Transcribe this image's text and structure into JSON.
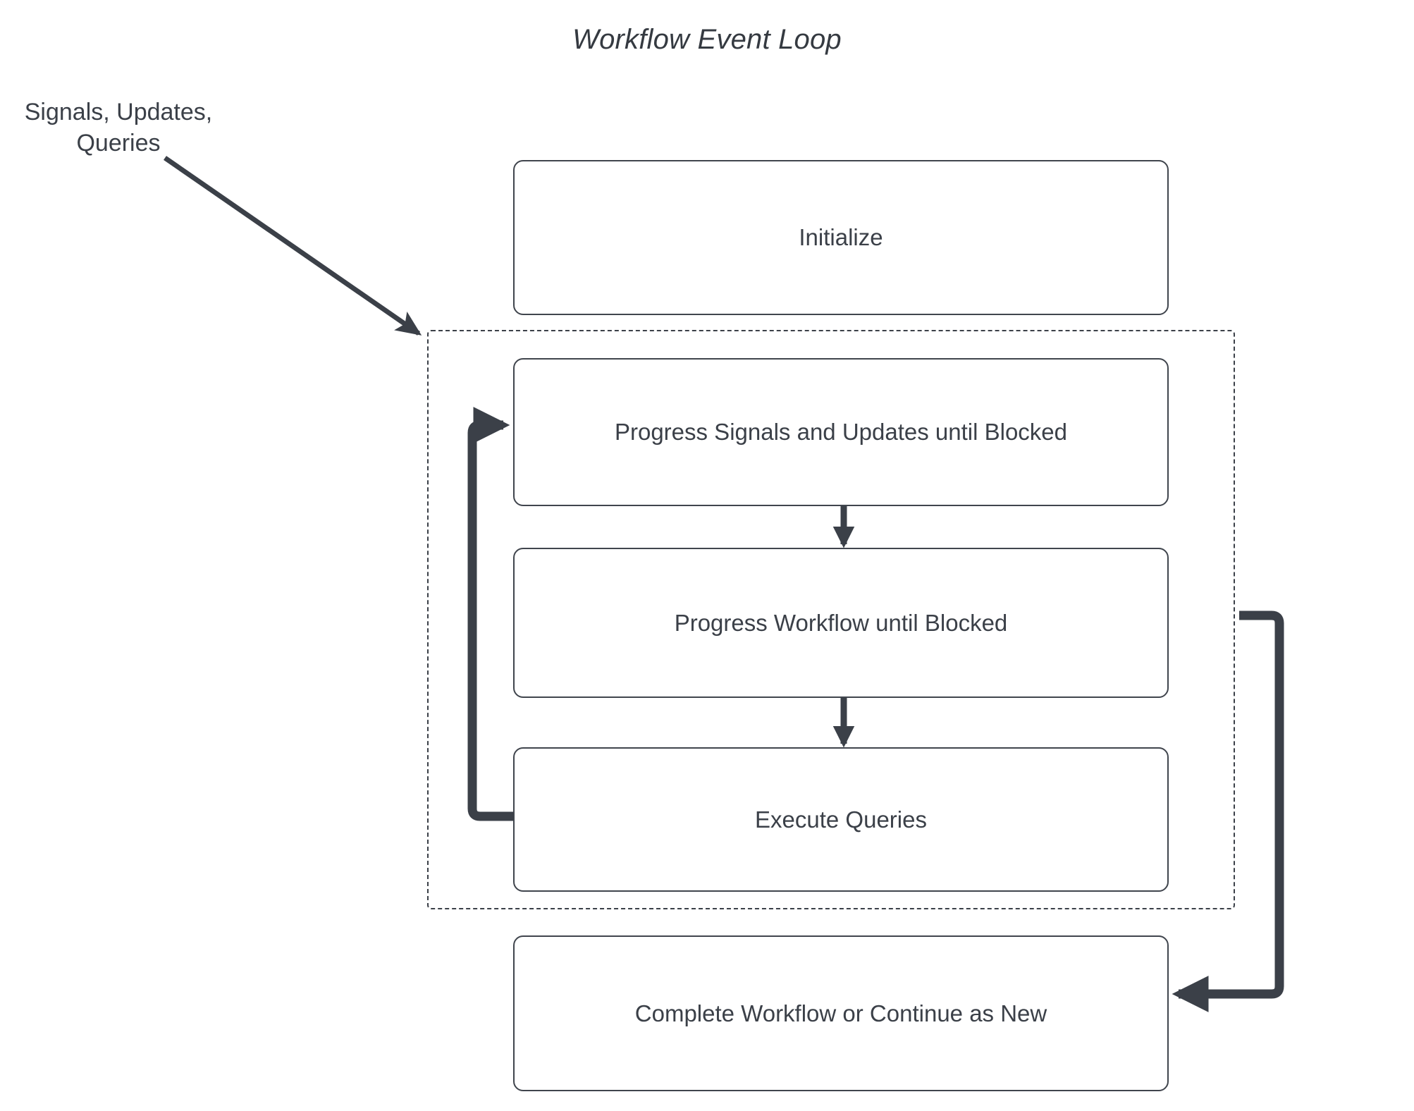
{
  "diagram": {
    "title": "Workflow Event Loop",
    "type": "flowchart",
    "background_color": "#ffffff",
    "stroke_color": "#3b4048",
    "node_border_color": "#40454d",
    "node_fill_color": "#ffffff",
    "text_color": "#3b4048"
  },
  "labels": {
    "external_input": {
      "line1": "Signals, Updates,",
      "line2": "Queries"
    }
  },
  "nodes": [
    {
      "id": "initialize",
      "label": "Initialize"
    },
    {
      "id": "progress_su",
      "label": "Progress Signals and Updates until Blocked"
    },
    {
      "id": "progress_wf",
      "label": "Progress Workflow until Blocked"
    },
    {
      "id": "exec_queries",
      "label": "Execute Queries"
    },
    {
      "id": "complete",
      "label": "Complete Workflow or Continue as New"
    }
  ],
  "groups": [
    {
      "id": "event_loop_group",
      "label": "",
      "style": "dashed",
      "contains": [
        "progress_su",
        "progress_wf",
        "exec_queries"
      ]
    }
  ],
  "edges": [
    {
      "id": "input_to_group",
      "from": "external_input",
      "to": "event_loop_group",
      "style": "solid",
      "arrow": "end"
    },
    {
      "id": "su_to_wf",
      "from": "progress_su",
      "to": "progress_wf",
      "style": "solid",
      "arrow": "end"
    },
    {
      "id": "wf_to_queries",
      "from": "progress_wf",
      "to": "exec_queries",
      "style": "solid",
      "arrow": "end"
    },
    {
      "id": "loop_back",
      "from": "exec_queries",
      "to": "progress_su",
      "style": "solid",
      "arrow": "end"
    },
    {
      "id": "group_to_complete",
      "from": "event_loop_group",
      "to": "complete",
      "style": "solid",
      "arrow": "end"
    }
  ]
}
